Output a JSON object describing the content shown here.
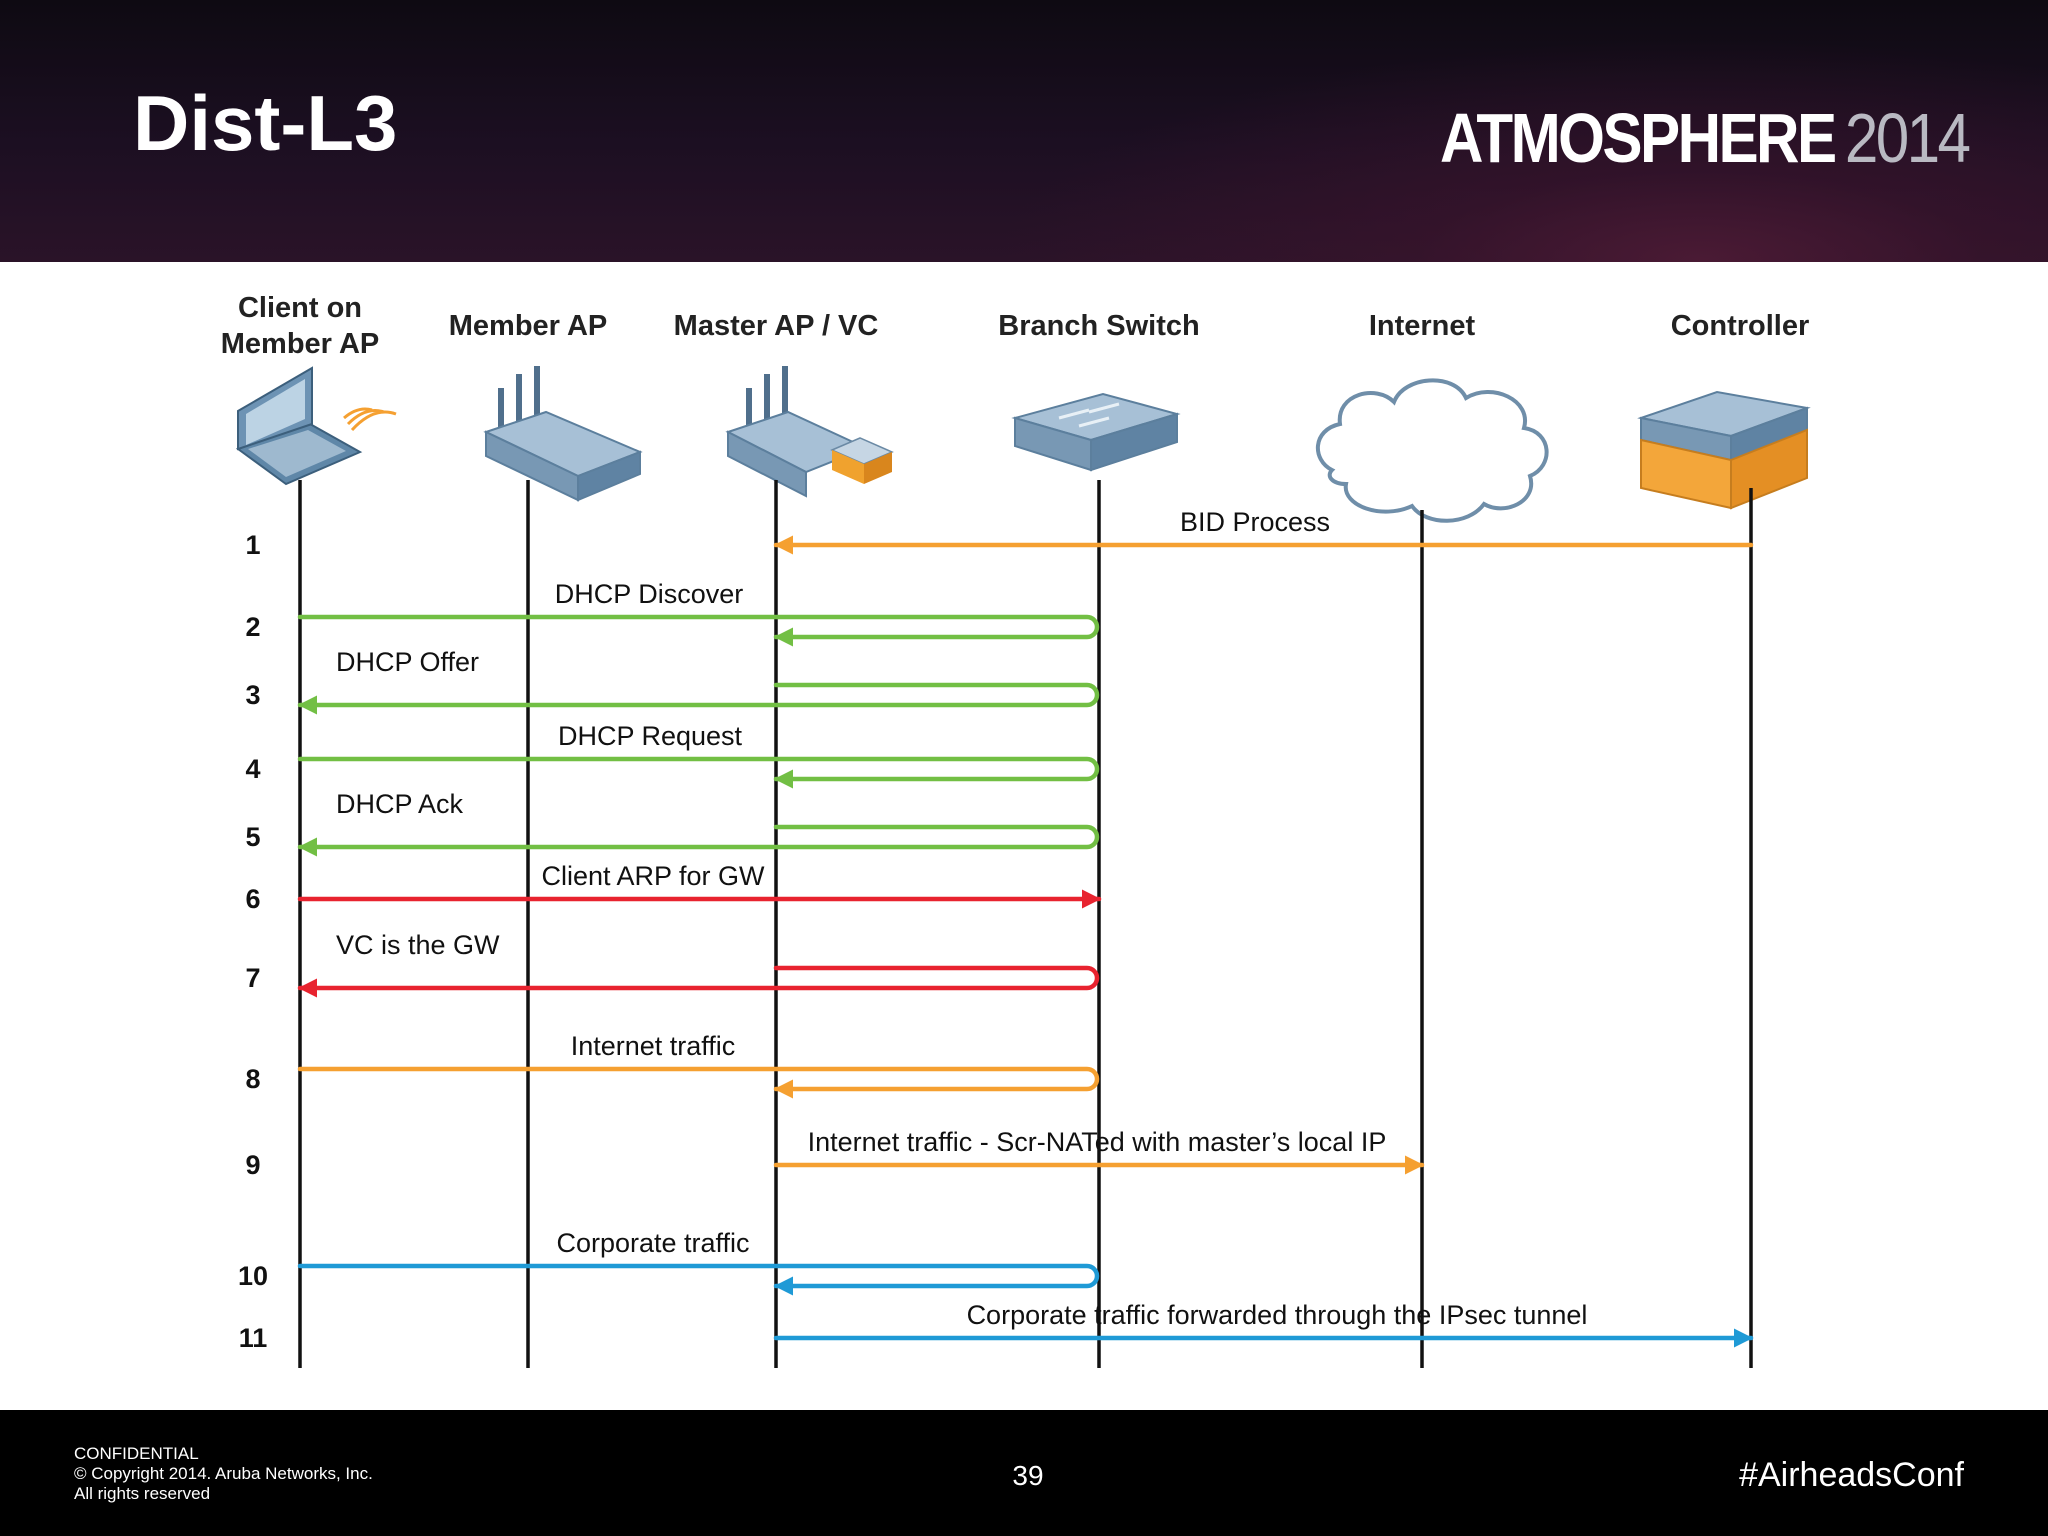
{
  "slide": {
    "title": "Dist-L3",
    "brand_name": "ATMOSPHERE",
    "brand_year": "2014"
  },
  "footer": {
    "confidential": "CONFIDENTIAL",
    "copyright": "© Copyright 2014. Aruba Networks, Inc.",
    "rights": "All rights reserved",
    "page_number": "39",
    "hashtag": "#AirheadsConf"
  },
  "colors": {
    "green": "#72bf44",
    "orange": "#f5a031",
    "red": "#e8232f",
    "blue": "#1f9ad6",
    "lifeline": "#111111"
  },
  "diagram": {
    "lanes": [
      {
        "id": "client",
        "label_lines": [
          "Client on",
          "Member AP"
        ],
        "icon": "laptop-icon"
      },
      {
        "id": "member",
        "label_lines": [
          "Member AP"
        ],
        "icon": "access-point-icon"
      },
      {
        "id": "master",
        "label_lines": [
          "Master AP / VC"
        ],
        "icon": "access-point-vc-icon"
      },
      {
        "id": "switch",
        "label_lines": [
          "Branch Switch"
        ],
        "icon": "switch-icon"
      },
      {
        "id": "internet",
        "label_lines": [
          "Internet"
        ],
        "icon": "cloud-icon"
      },
      {
        "id": "controller",
        "label_lines": [
          "Controller"
        ],
        "icon": "controller-icon"
      }
    ],
    "steps": [
      {
        "number": "1",
        "label": "BID Process",
        "color": "orange",
        "kind": "arrow",
        "from": "controller",
        "to": "master"
      },
      {
        "number": "2",
        "label": "DHCP Discover",
        "color": "green",
        "kind": "loop-back",
        "from": "client",
        "via": "switch",
        "to": "master"
      },
      {
        "number": "3",
        "label": "DHCP Offer",
        "color": "green",
        "kind": "loop-back",
        "from": "master",
        "via": "switch",
        "to": "client"
      },
      {
        "number": "4",
        "label": "DHCP Request",
        "color": "green",
        "kind": "loop-back",
        "from": "client",
        "via": "switch",
        "to": "master"
      },
      {
        "number": "5",
        "label": "DHCP Ack",
        "color": "green",
        "kind": "loop-back",
        "from": "master",
        "via": "switch",
        "to": "client"
      },
      {
        "number": "6",
        "label": "Client ARP for GW",
        "color": "red",
        "kind": "arrow",
        "from": "client",
        "to": "switch"
      },
      {
        "number": "7",
        "label": "VC is the GW",
        "color": "red",
        "kind": "loop-back",
        "from": "master",
        "via": "switch",
        "to": "client"
      },
      {
        "number": "8",
        "label": "Internet traffic",
        "color": "orange",
        "kind": "loop-back",
        "from": "client",
        "via": "switch",
        "to": "master"
      },
      {
        "number": "9",
        "label": "Internet traffic - Scr-NATed with master’s local IP",
        "color": "orange",
        "kind": "arrow",
        "from": "master",
        "to": "internet"
      },
      {
        "number": "10",
        "label": "Corporate traffic",
        "color": "blue",
        "kind": "loop-back",
        "from": "client",
        "via": "switch",
        "to": "master"
      },
      {
        "number": "11",
        "label": "Corporate traffic forwarded through the IPsec tunnel",
        "color": "blue",
        "kind": "arrow",
        "from": "master",
        "to": "controller"
      }
    ]
  }
}
